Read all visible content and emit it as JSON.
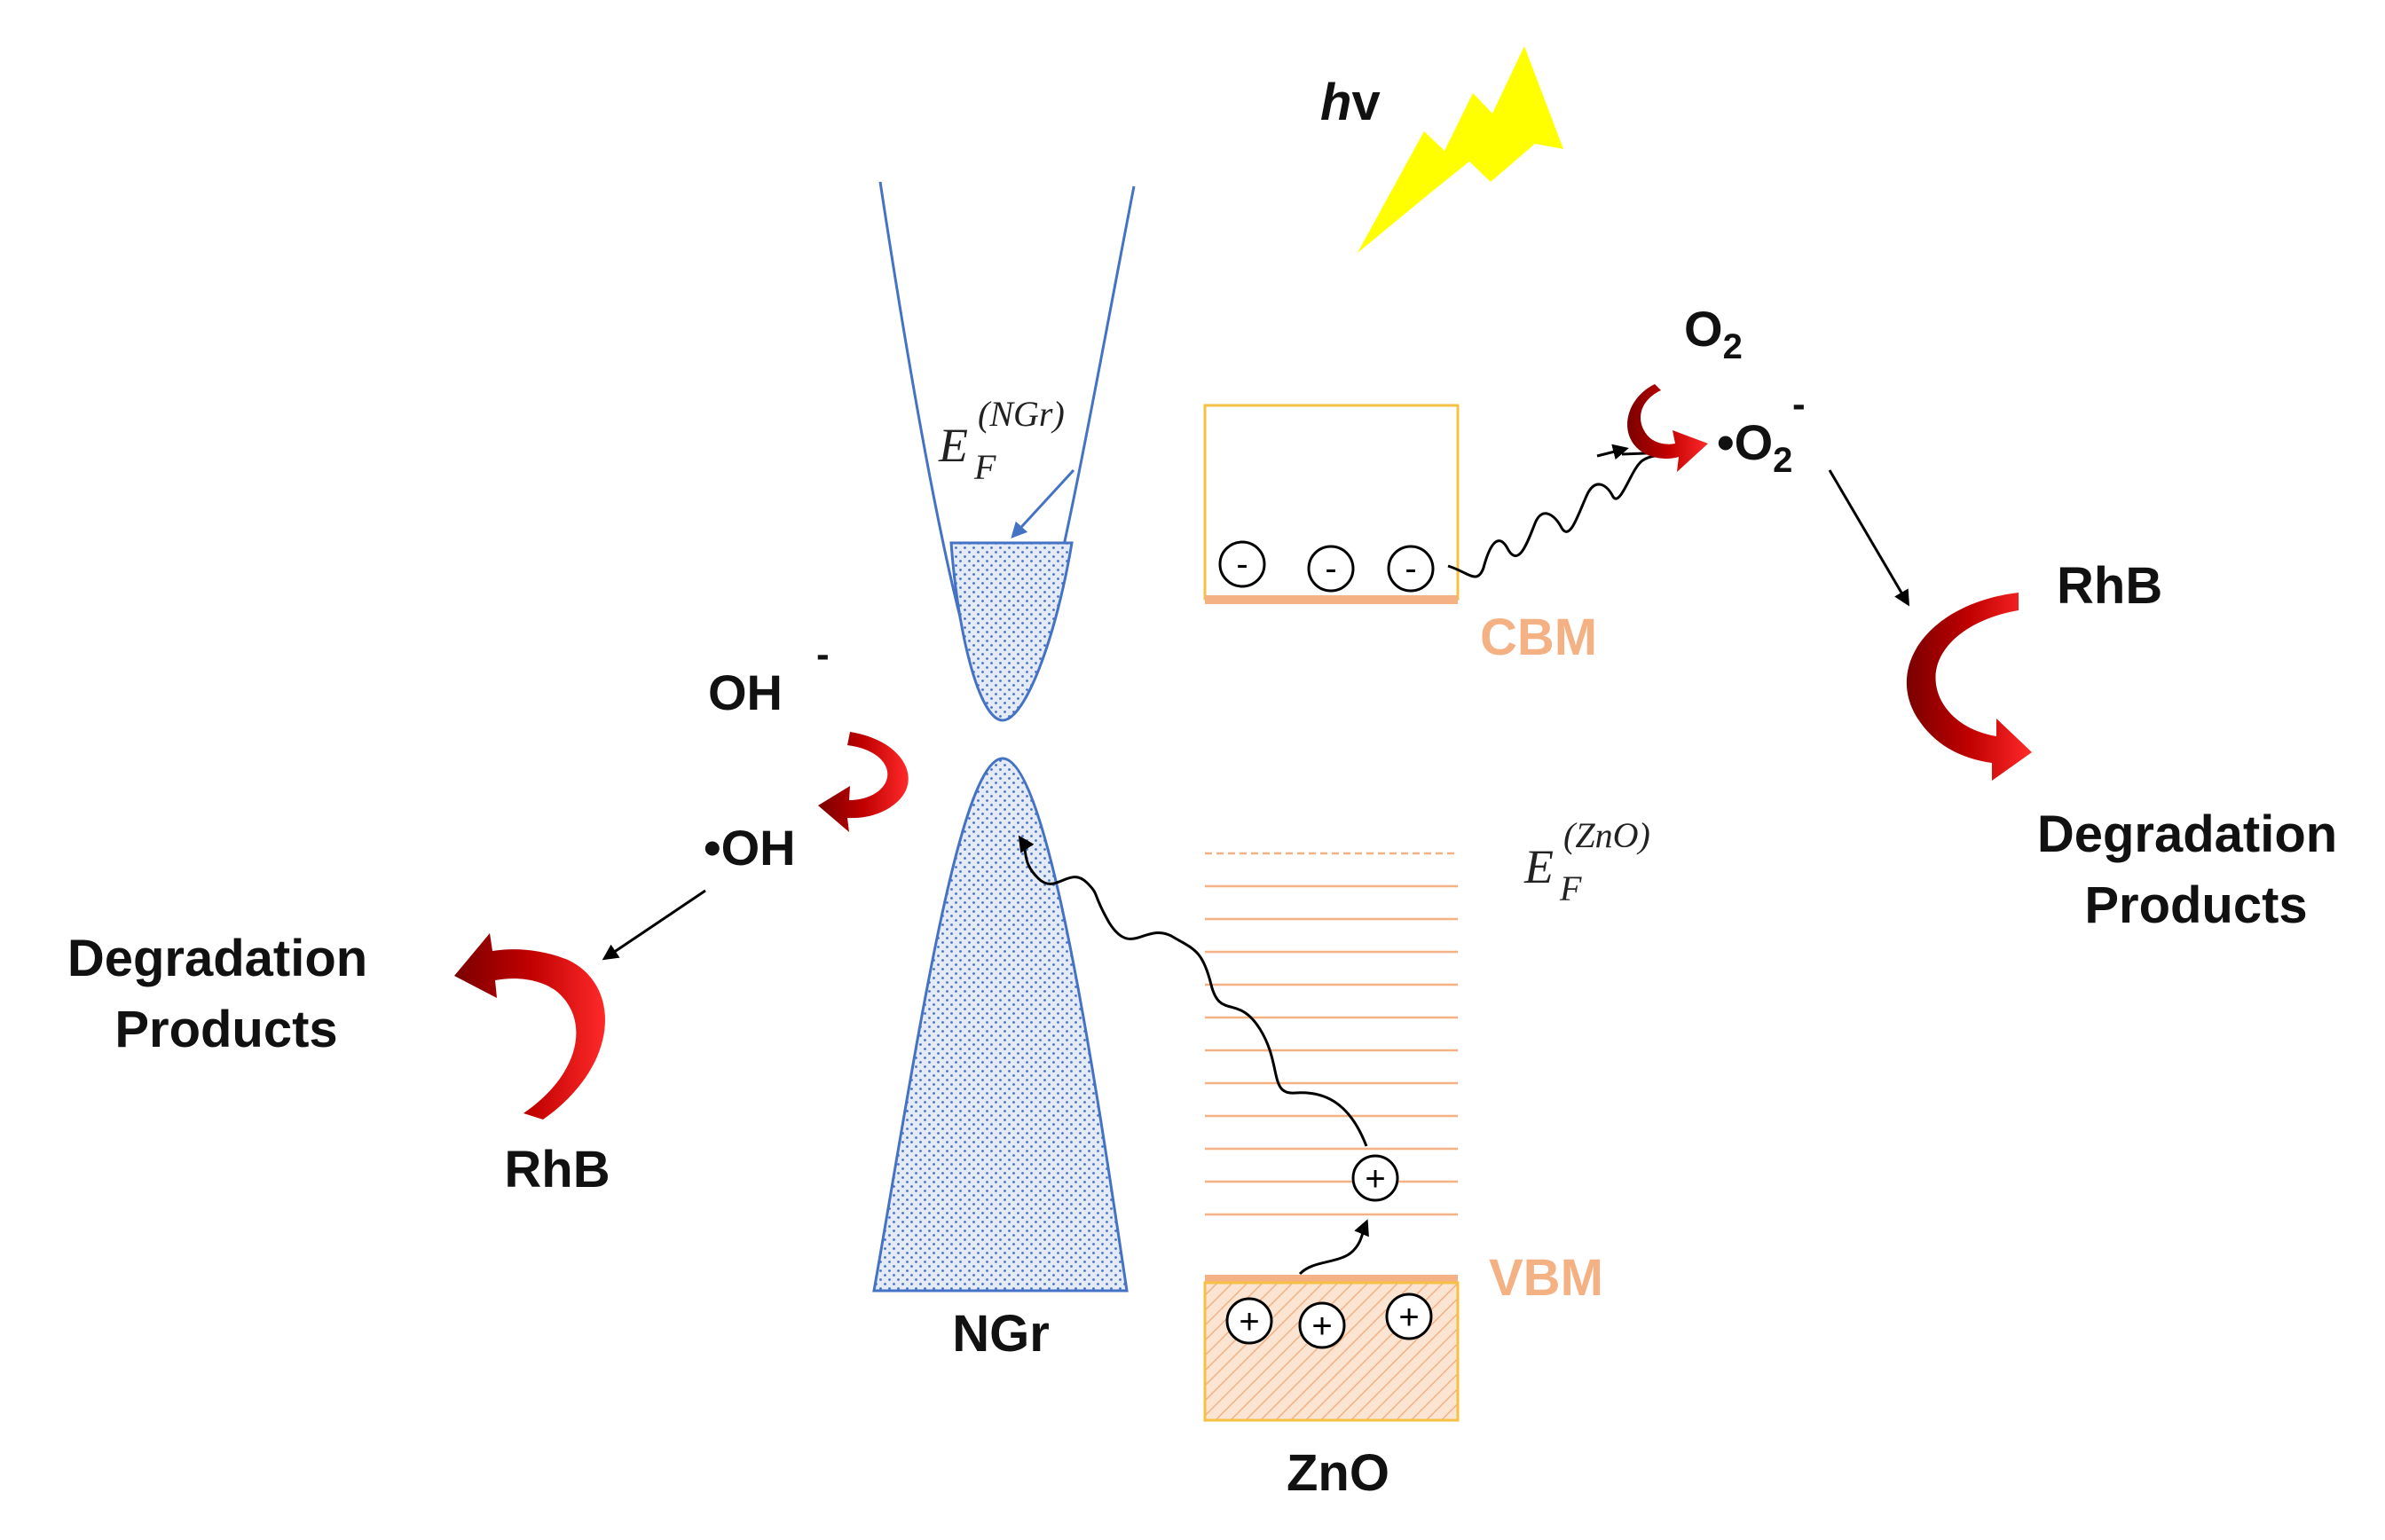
{
  "light": {
    "h": "h",
    "nu": "v"
  },
  "materials": {
    "graphene": "NGr",
    "zno": "ZnO"
  },
  "bands": {
    "cbm": "CBM",
    "vbm": "VBM"
  },
  "fermi": {
    "symbol": "E",
    "sub": "F",
    "ngr_sup": "(NGr)",
    "zno_sup": "(ZnO)"
  },
  "species": {
    "o2": "O",
    "o2_sub": "2",
    "superoxide": "•O",
    "superoxide_sub": "2",
    "superoxide_charge": "-",
    "hydroxide": "OH",
    "hydroxide_charge": "-",
    "hydroxyl_radical": "•OH"
  },
  "right_pathway": {
    "dye": "RhB",
    "product_line1": "Degradation",
    "product_line2": "Products"
  },
  "left_pathway": {
    "dye": "RhB",
    "product_line1": "Degradation",
    "product_line2": "Products"
  },
  "charges": {
    "electron": "-",
    "hole": "+"
  },
  "colors": {
    "graphene_line": "#4472c4",
    "graphene_fill": "#dbe4f3",
    "band_orange": "#f4b183",
    "cbm_box": "#f5c043",
    "arrow_red": "#c00000",
    "lightning": "#ffff00"
  }
}
